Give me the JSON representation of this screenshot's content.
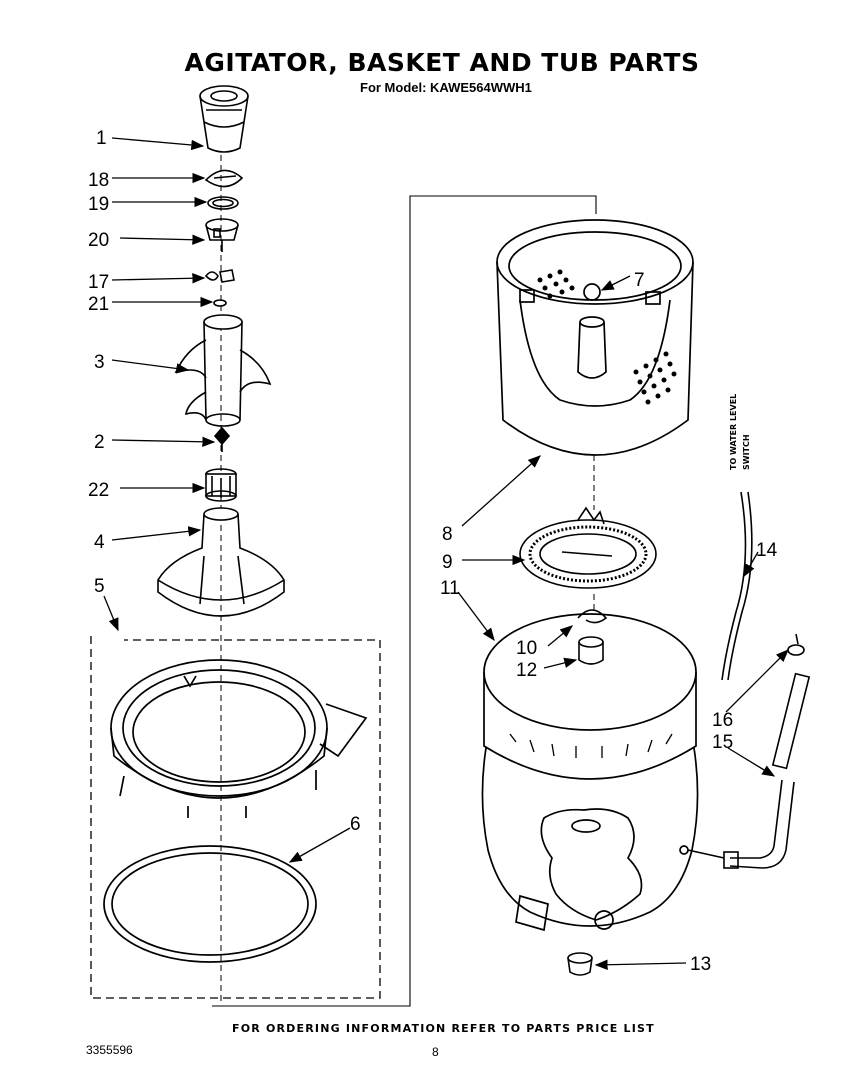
{
  "page": {
    "title": "AGITATOR, BASKET AND TUB PARTS",
    "subtitle": "For Model: KAWE564WWH1",
    "footer_note": "FOR ORDERING INFORMATION REFER TO PARTS PRICE LIST",
    "document_number": "3355596",
    "page_number": "8"
  },
  "annotation": {
    "water_level_line1": "TO WATER LEVEL",
    "water_level_line2": "SWITCH"
  },
  "callouts": {
    "c1": "1",
    "c18": "18",
    "c19": "19",
    "c20": "20",
    "c17": "17",
    "c21": "21",
    "c3": "3",
    "c2": "2",
    "c22": "22",
    "c4": "4",
    "c5": "5",
    "c6": "6",
    "c7": "7",
    "c8": "8",
    "c9": "9",
    "c11": "11",
    "c10": "10",
    "c12": "12",
    "c13": "13",
    "c14": "14",
    "c16": "16",
    "c15": "15"
  }
}
